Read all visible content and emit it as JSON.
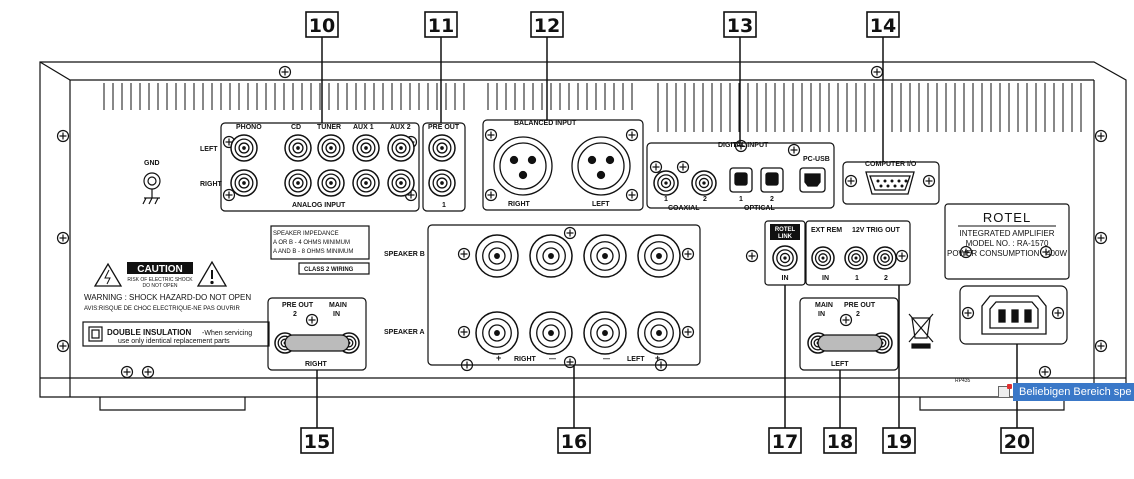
{
  "callouts": {
    "c10": "10",
    "c11": "11",
    "c12": "12",
    "c13": "13",
    "c14": "14",
    "c15": "15",
    "c16": "16",
    "c17": "17",
    "c18": "18",
    "c19": "19",
    "c20": "20"
  },
  "analog": {
    "phono": "PHONO",
    "cd": "CD",
    "tuner": "TUNER",
    "aux1": "AUX 1",
    "aux2": "AUX 2",
    "left": "LEFT",
    "right": "RIGHT",
    "group": "ANALOG INPUT"
  },
  "preout": {
    "title": "PRE OUT",
    "num": "1"
  },
  "balanced": {
    "title": "BALANCED INPUT",
    "right": "RIGHT",
    "left": "LEFT"
  },
  "digital": {
    "title": "DIGITAL INPUT",
    "pcusb": "PC-USB",
    "n1a": "1",
    "n2a": "2",
    "n1b": "1",
    "n2b": "2",
    "coaxial": "COAXIAL",
    "optical": "OPTICAL"
  },
  "computer": {
    "title": "COMPUTER I/O"
  },
  "gnd": "GND",
  "impedance": {
    "l1": "SPEAKER IMPEDANCE",
    "l2": "A  OR  B - 4 OHMS MINIMUM",
    "l3": "A AND B - 8 OHMS MINIMUM",
    "class2": "CLASS 2 WIRING"
  },
  "caution": {
    "title": "CAUTION",
    "sub1": "RISK OF ELECTRIC SHOCK",
    "sub2": "DO NOT OPEN",
    "warning": "WARNING : SHOCK HAZARD-DO NOT OPEN",
    "french": "AVIS:RISQUE DE CHOC ELECTRIQUE-NE PAS OUVRIR"
  },
  "double": {
    "title": "DOUBLE INSULATION",
    "l1": "-When servicing",
    "l2": "use only identical replacement parts"
  },
  "link_right": {
    "preout": "PRE OUT",
    "main": "MAIN",
    "n2": "2",
    "in": "IN",
    "side": "RIGHT"
  },
  "link_left": {
    "main": "MAIN",
    "preout": "PRE OUT",
    "in": "IN",
    "n2": "2",
    "side": "LEFT"
  },
  "speakers": {
    "b": "SPEAKER B",
    "a": "SPEAKER A",
    "plus1": "+",
    "right": "RIGHT",
    "minus1": "—",
    "minus2": "—",
    "left": "LEFT",
    "plus2": "+"
  },
  "rotel_link": {
    "l1": "ROTEL",
    "l2": "LINK",
    "in": "IN"
  },
  "trigger": {
    "ext": "EXT REM",
    "trig": "12V TRIG OUT",
    "in": "IN",
    "n1": "1",
    "n2": "2"
  },
  "nameplate": {
    "brand": "ROTEL",
    "l1": "INTEGRATED AMPLIFIER",
    "l2": "MODEL NO. : RA-1570",
    "l3": "POWER CONSUMPTION : 400W"
  },
  "partno": "RP435",
  "tooltip": "Beliebigen Bereich spe",
  "colors": {
    "line": "#111111",
    "tooltip_bg": "#3a78c8"
  }
}
